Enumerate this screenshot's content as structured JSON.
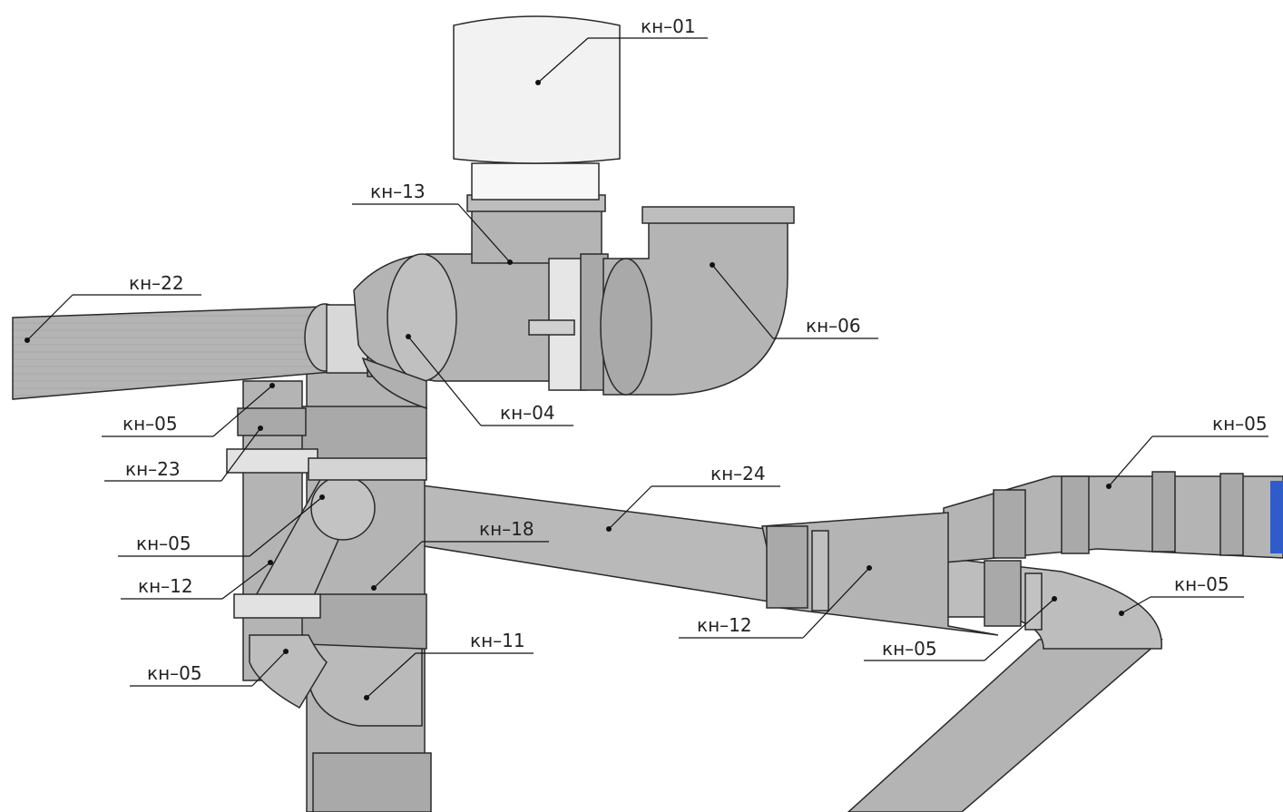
{
  "colors": {
    "pipe_fill": "#b4b4b4",
    "pipe_light": "#c4c4c4",
    "pipe_dark": "#8f8f8f",
    "outline": "#2a2a2a",
    "cap_fill": "#f2f2f2",
    "clamp_fill": "#e6e6e6",
    "seal_blue": "#2f5cc8"
  },
  "labels": {
    "kn01": "кн–01",
    "kn13": "кн–13",
    "kn22": "кн–22",
    "kn06": "кн–06",
    "kn04": "кн–04",
    "kn05_left_top": "кн–05",
    "kn23": "кн–23",
    "kn24": "кн–24",
    "kn05_right_top": "кн–05",
    "kn05_left_mid": "кн–05",
    "kn18": "кн–18",
    "kn12_left": "кн–12",
    "kn05_right_mid": "кн–05",
    "kn12_right": "кн–12",
    "kn05_right_low": "кн–05",
    "kn11": "кн–11",
    "kn05_left_low": "кн–05"
  }
}
